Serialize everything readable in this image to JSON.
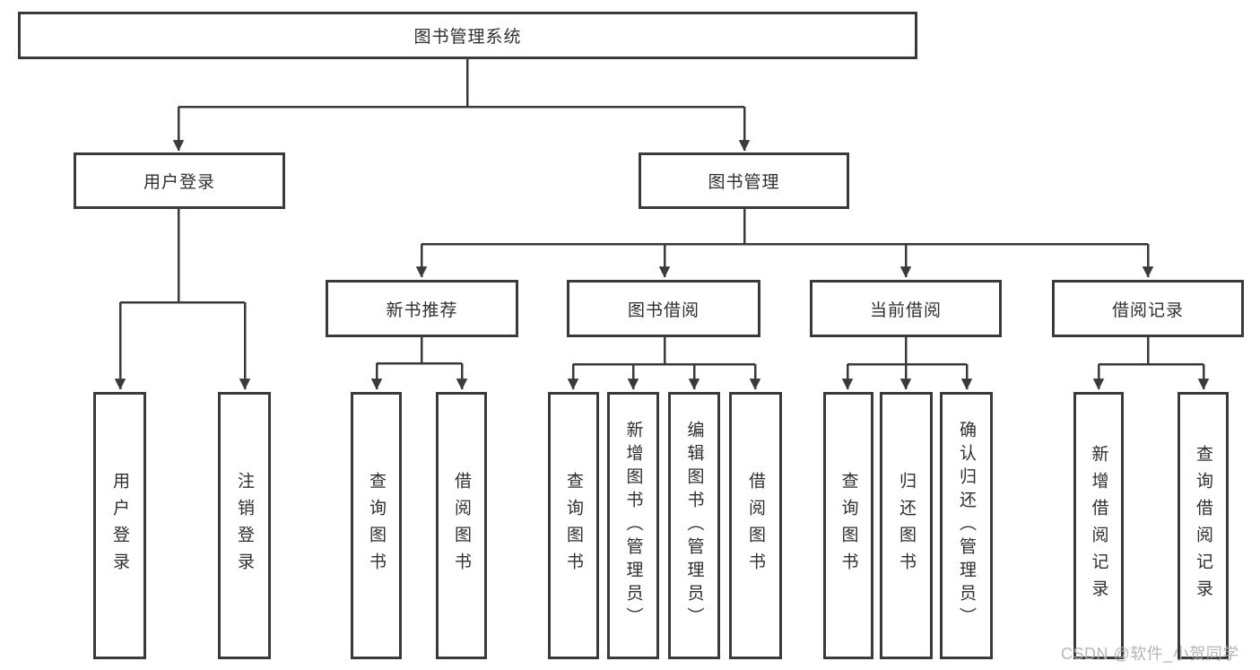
{
  "tree": {
    "root": {
      "label": "图书管理系统"
    },
    "level2": [
      {
        "label": "用户登录",
        "leaves": [
          {
            "label": "用户登录"
          },
          {
            "label": "注销登录"
          }
        ]
      },
      {
        "label": "图书管理",
        "groups": [
          {
            "label": "新书推荐",
            "leaves": [
              {
                "label": "查询图书"
              },
              {
                "label": "借阅图书"
              }
            ]
          },
          {
            "label": "图书借阅",
            "leaves": [
              {
                "label": "查询图书"
              },
              {
                "label": "新增图书（管理员）"
              },
              {
                "label": "编辑图书（管理员）"
              },
              {
                "label": "借阅图书"
              }
            ]
          },
          {
            "label": "当前借阅",
            "leaves": [
              {
                "label": "查询图书"
              },
              {
                "label": "归还图书"
              },
              {
                "label": "确认归还（管理员）"
              }
            ]
          },
          {
            "label": "借阅记录",
            "leaves": [
              {
                "label": "新增借阅记录"
              },
              {
                "label": "查询借阅记录"
              }
            ]
          }
        ]
      }
    ]
  },
  "watermark": {
    "text": "CSDN @软件_小贺同学"
  },
  "colors": {
    "line": "#3a3a3a",
    "text": "#2f2f2f",
    "watermark": "#b0b0b0",
    "background": "#ffffff"
  }
}
